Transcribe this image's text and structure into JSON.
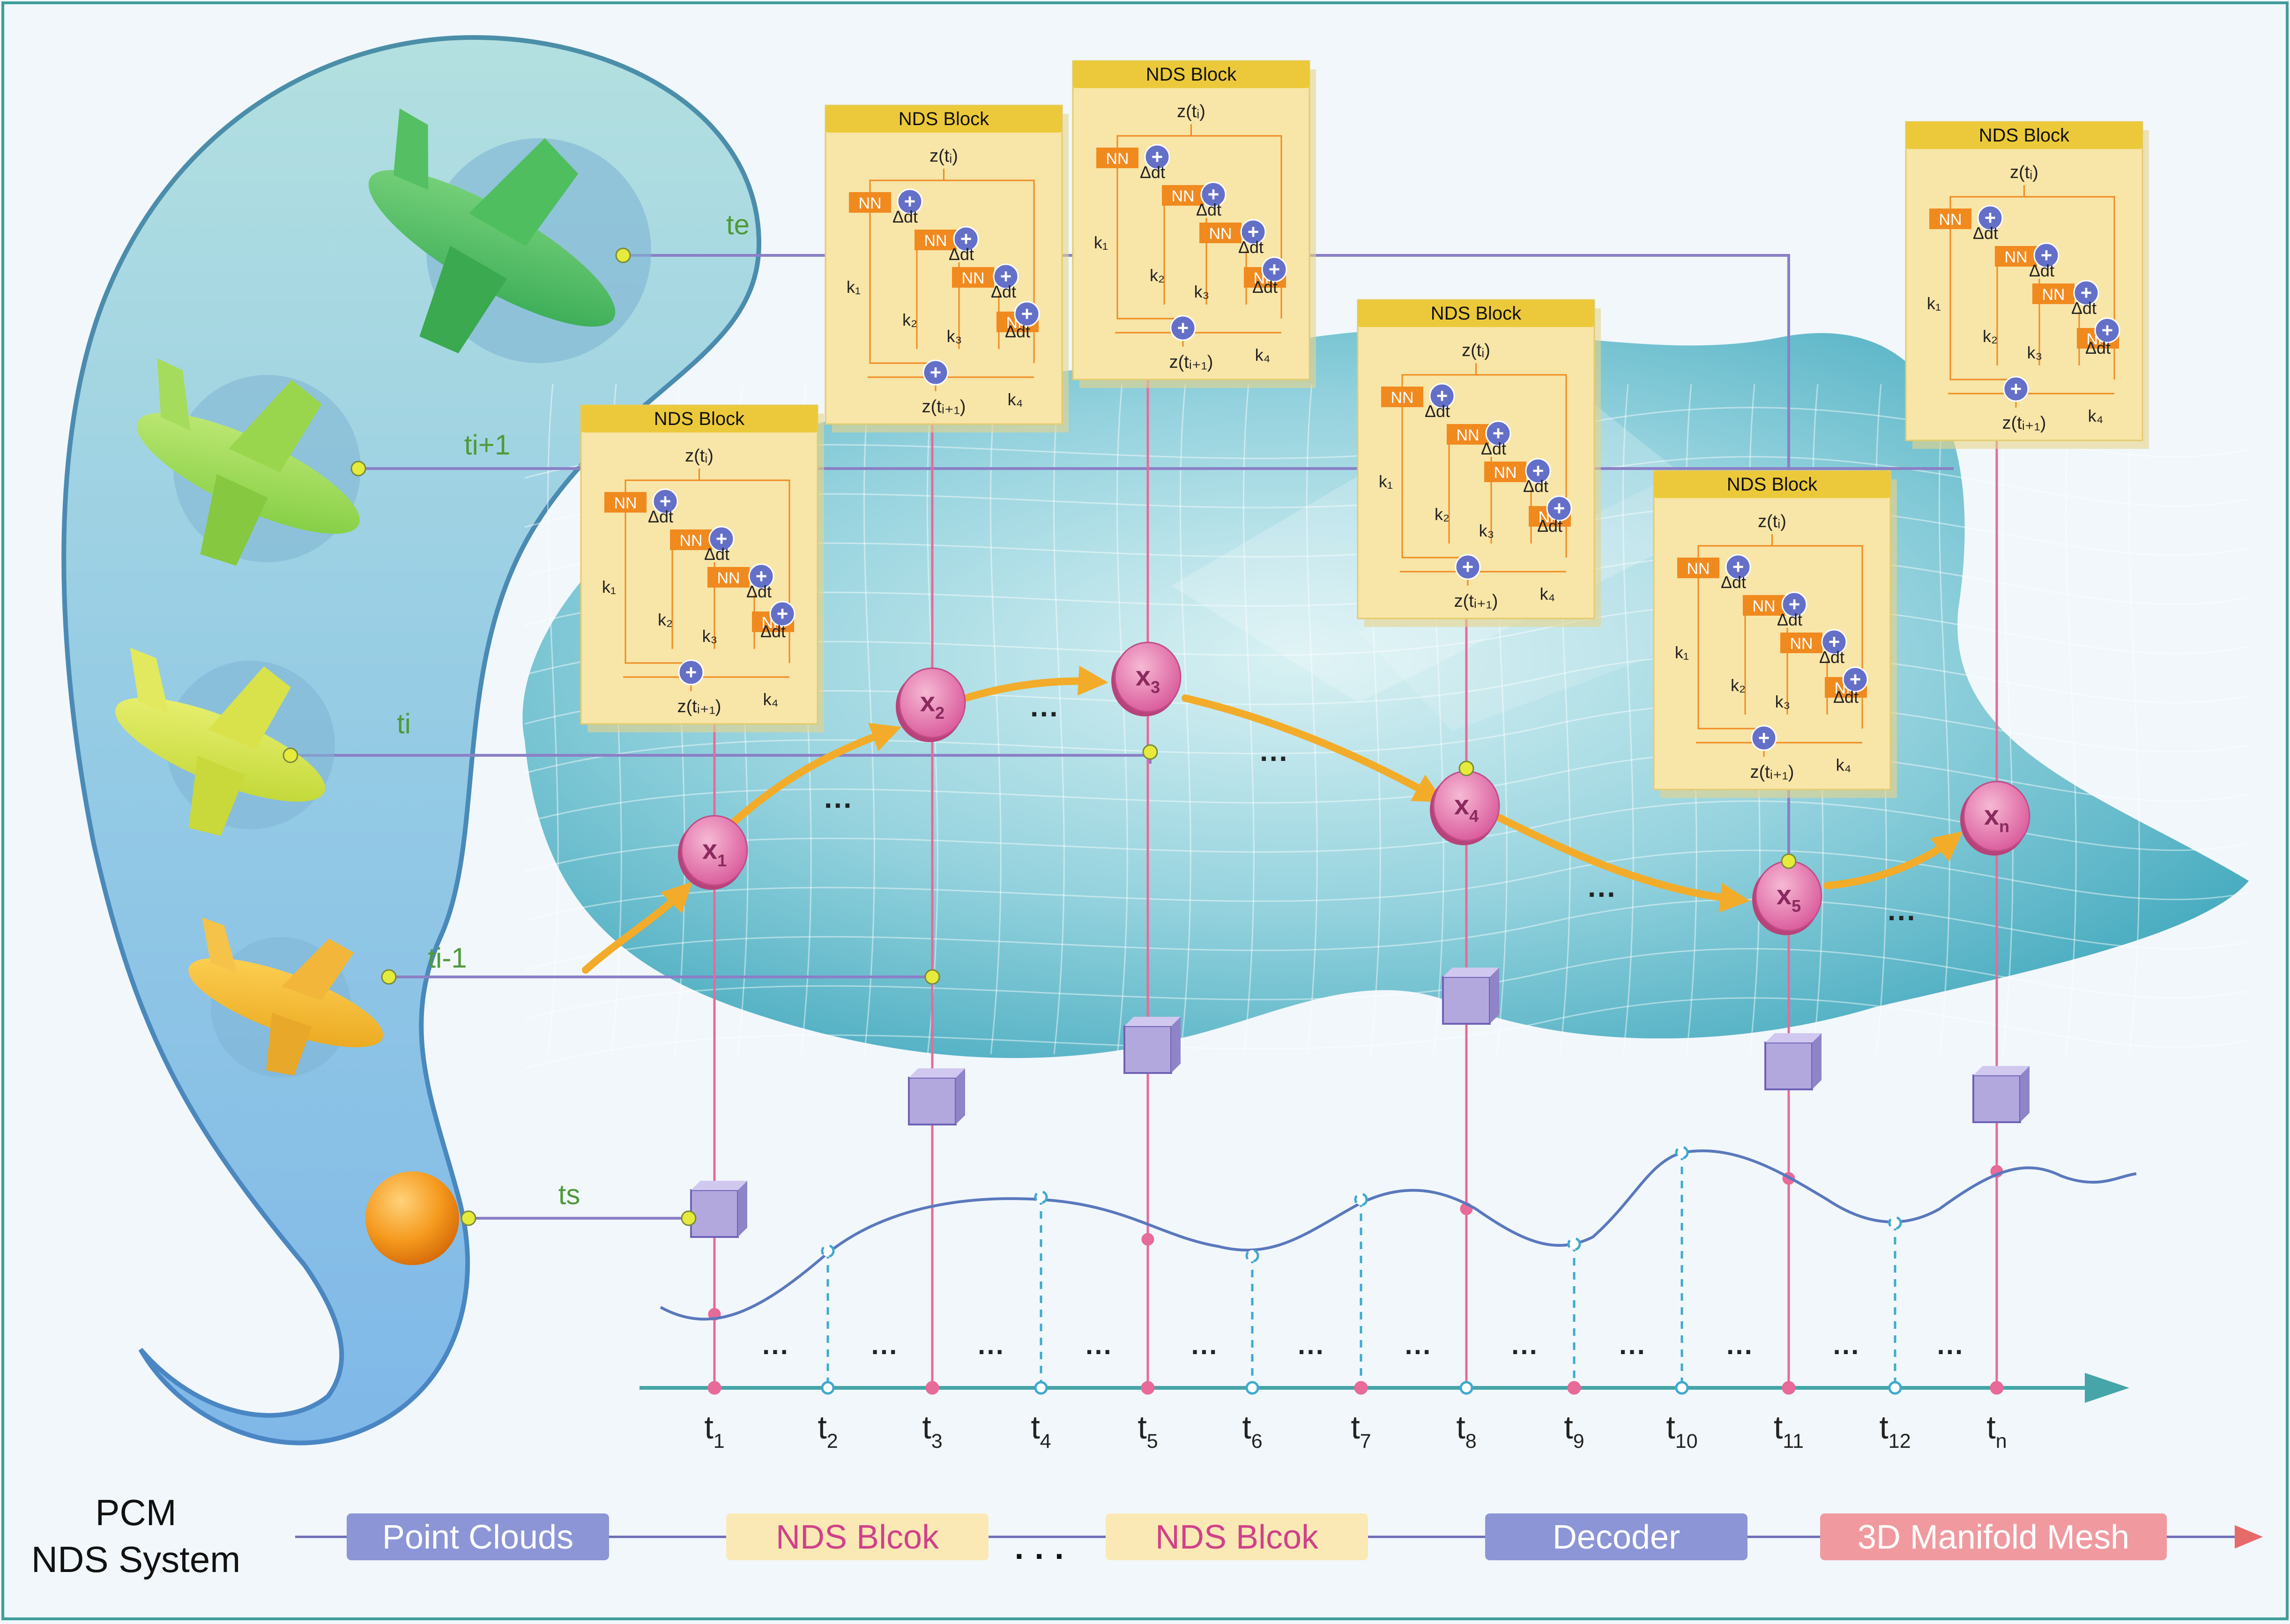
{
  "colors": {
    "background": "#f1f7fb",
    "blob_top": "#a9dce0",
    "blob_bottom": "#86c0e6",
    "manifold": "#3fb1c4",
    "nds_block": "#f8e5a8",
    "nds_header": "#ecc93a",
    "nn_box": "#f08a1f",
    "plus_circle": "#6470c8",
    "state_node": "#e06aa0",
    "trajectory_arrow": "#f2ac2a",
    "purple_line": "#8a80c6",
    "pink_line": "#e76a98",
    "time_axis": "#46a5a8",
    "signal_curve": "#5a78bd",
    "decoder_cube": "#aea3d9"
  },
  "time_labels": [
    {
      "key": "te",
      "text": "te"
    },
    {
      "key": "ti1",
      "text": "ti+1"
    },
    {
      "key": "ti",
      "text": "ti"
    },
    {
      "key": "tim1",
      "text": "ti-1"
    },
    {
      "key": "ts",
      "text": "ts"
    }
  ],
  "nds_block": {
    "header": "NDS Block",
    "z_in": "z(tᵢ)",
    "z_out": "z(tᵢ₊₁)",
    "nn": "NN",
    "dt": "Δdt",
    "plus": "+",
    "k1": "k₁",
    "k2": "k₂",
    "k3": "k₃",
    "k4": "k₄"
  },
  "nodes": [
    {
      "name": "x",
      "sub": "1"
    },
    {
      "name": "x",
      "sub": "2"
    },
    {
      "name": "x",
      "sub": "3"
    },
    {
      "name": "x",
      "sub": "4"
    },
    {
      "name": "x",
      "sub": "5"
    },
    {
      "name": "x",
      "sub": "n"
    }
  ],
  "ellipsis": "···",
  "time_axis_ticks": [
    {
      "t": "t",
      "sub": "1"
    },
    {
      "t": "t",
      "sub": "2"
    },
    {
      "t": "t",
      "sub": "3"
    },
    {
      "t": "t",
      "sub": "4"
    },
    {
      "t": "t",
      "sub": "5"
    },
    {
      "t": "t",
      "sub": "6"
    },
    {
      "t": "t",
      "sub": "7"
    },
    {
      "t": "t",
      "sub": "8"
    },
    {
      "t": "t",
      "sub": "9"
    },
    {
      "t": "t",
      "sub": "10"
    },
    {
      "t": "t",
      "sub": "11"
    },
    {
      "t": "t",
      "sub": "12"
    },
    {
      "t": "t",
      "sub": "n"
    }
  ],
  "pipeline": {
    "title_line1": "PCM",
    "title_line2": "NDS System",
    "steps": [
      {
        "label": "Point Clouds",
        "bg": "#8c95d6",
        "fg": "#ffffff"
      },
      {
        "label": "NDS Blcok",
        "bg": "#fae9b4",
        "fg": "#d0418a"
      },
      {
        "label": "NDS Blcok",
        "bg": "#fae9b4",
        "fg": "#d0418a"
      },
      {
        "label": "Decoder",
        "bg": "#8c95d6",
        "fg": "#ffffff"
      },
      {
        "label": "3D Manifold Mesh",
        "bg": "#f09aa0",
        "fg": "#ffffff"
      }
    ],
    "between_ellipsis": "· · ·"
  }
}
